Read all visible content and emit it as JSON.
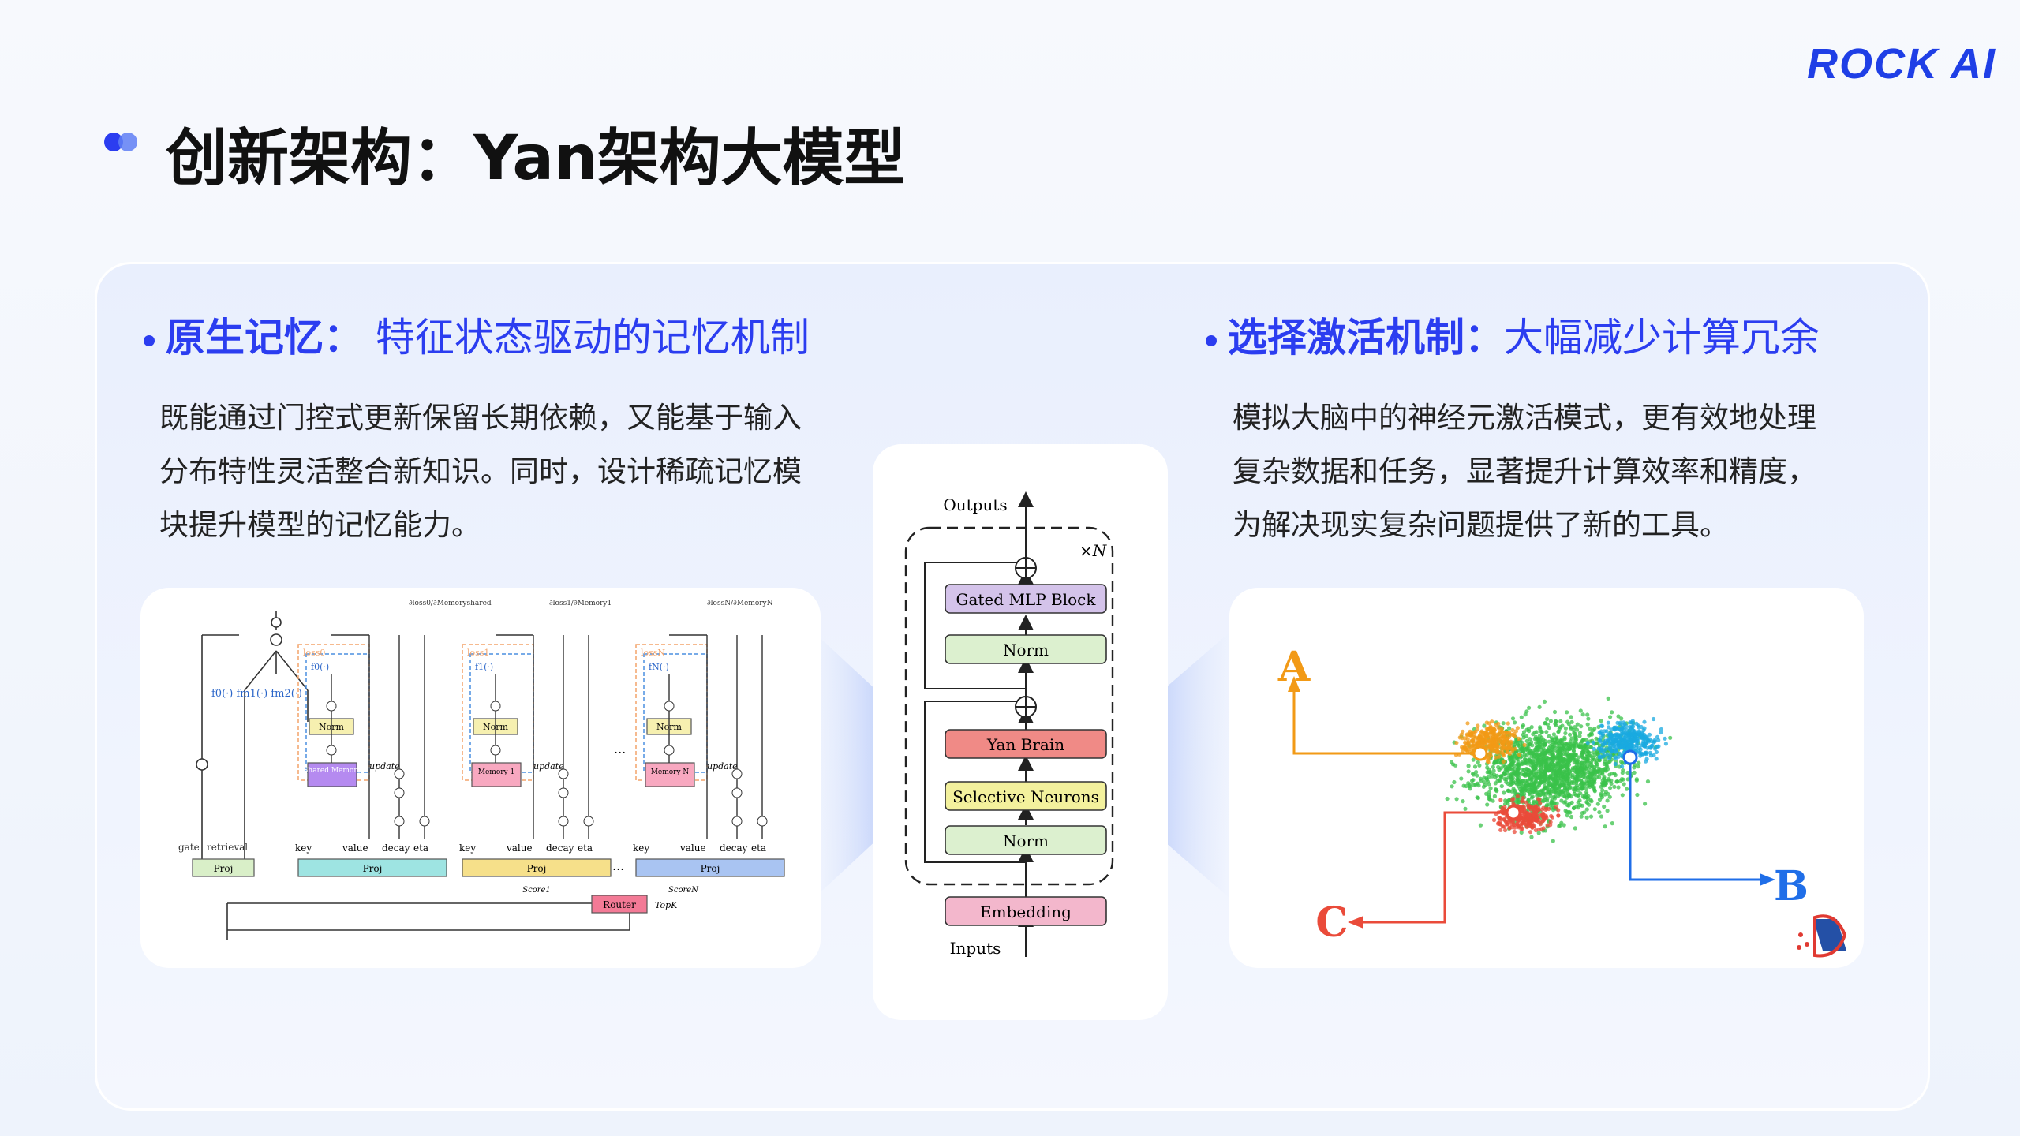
{
  "brand": {
    "logo": "ROCK AI"
  },
  "page": {
    "title": "创新架构：Yan架构大模型"
  },
  "left": {
    "heading_bold": "原生记忆：",
    "heading_rest": " 特征状态驱动的记忆机制",
    "body": [
      "既能通过门控式更新保留长期依赖，又能基于输入",
      "分布特性灵活整合新知识。同时，设计稀疏记忆模",
      "块提升模型的记忆能力。"
    ]
  },
  "right": {
    "heading_bold": "选择激活机制：",
    "heading_rest": "大幅减少计算冗余",
    "body": [
      "模拟大脑中的神经元激活模式，更有效地处理",
      "复杂数据和任务，显著提升计算效率和精度，",
      "为解决现实复杂问题提供了新的工具。"
    ]
  },
  "center_diagram": {
    "outputs": "Outputs",
    "inputs": "Inputs",
    "repeat": "×N",
    "blocks": [
      "Gated MLP Block",
      "Norm",
      "Yan Brain",
      "Selective Neurons",
      "Norm",
      "Embedding"
    ],
    "colors": {
      "mlp": "#d4c3ea",
      "norm": "#dcf0cf",
      "brain": "#f08a86",
      "neurons": "#f3f19d",
      "embed": "#f3b7cc"
    }
  },
  "memory_diagram": {
    "proj": "Proj",
    "router": "Router",
    "topk": "TopK",
    "norm": "Norm",
    "update": "update",
    "shared_memory": "Shared Memory",
    "memory_1": "Memory 1",
    "memory_n": "Memory N",
    "labels": {
      "gate": "gate",
      "retrieval": "retrieval",
      "key": "key",
      "value": "value",
      "decay": "decay",
      "eta": "eta",
      "ellipsis": "..."
    },
    "f_labels": [
      "f0(·) fm1(·) fm2(·)",
      "f0(·)",
      "f1(·)",
      "fN(·)"
    ],
    "loss_labels": [
      "loss0",
      "loss1",
      "lossN"
    ],
    "grad_labels": [
      "∂loss0/∂Memoryshared",
      "∂loss1/∂Memory1",
      "∂lossN/∂MemoryN"
    ],
    "score_labels": [
      "Score1",
      "ScoreN"
    ]
  },
  "scatter": {
    "labels": [
      "A",
      "B",
      "C"
    ],
    "colors": {
      "A": "#f29a16",
      "B": "#1f6ee8",
      "C": "#ea4b3a",
      "green": "#39c24a",
      "cyan": "#1aa9e0"
    }
  }
}
